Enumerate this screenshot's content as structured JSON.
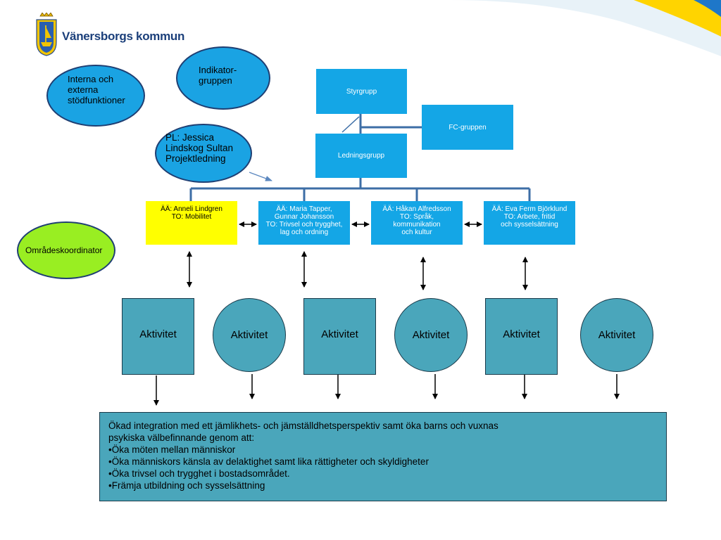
{
  "logo": {
    "text": "Vänersborgs kommun",
    "icon": "coat-of-arms-icon"
  },
  "decor": {
    "stripe_colors": [
      "#ffd400",
      "#1e77c9"
    ]
  },
  "ellipses": {
    "interna": [
      "Interna och",
      "externa",
      "stödfunktioner"
    ],
    "indikator": [
      "Indikator-",
      "gruppen"
    ],
    "pl": [
      "PL: Jessica",
      "Lindskog Sultan",
      "Projektledning"
    ],
    "omrade": "Områdeskoordinator"
  },
  "boxes": {
    "styrgrupp": "Styrgrupp",
    "fc": "FC-gruppen",
    "ledning": "Ledningsgrupp",
    "aa1": [
      "ÄÄ: Anneli Lindgren",
      "TO: Mobilitet"
    ],
    "aa2": [
      "ÄÄ: Maria Tapper,",
      "Gunnar Johansson",
      "TO: Trivsel och trygghet,",
      "lag och ordning"
    ],
    "aa3": [
      "ÄÄ: Håkan Alfredsson",
      "TO: Språk,",
      "kommunikation",
      "och kultur"
    ],
    "aa4": [
      "ÄÄ: Eva Ferm Björklund",
      "TO: Arbete, fritid",
      "och sysselsättning"
    ]
  },
  "activities": [
    "Aktivitet",
    "Aktivitet",
    "Aktivitet",
    "Aktivitet",
    "Aktivitet",
    "Aktivitet"
  ],
  "outcome": {
    "lines": [
      "Ökad integration med ett jämlikhets- och jämställdhetsperspektiv samt öka barns och vuxnas",
      "psykiska välbefinnande genom att:",
      "•Öka möten mellan människor",
      "•Öka människors känsla av delaktighet samt lika rättigheter och skyldigheter",
      "•Öka trivsel och trygghet i bostadsområdet.",
      "•Främja utbildning och sysselsättning"
    ]
  },
  "colors": {
    "ellipse_blue": "#1aa3e3",
    "ellipse_green": "#99ee22",
    "box_cyan": "#14a6e6",
    "box_yellow": "#ffff00",
    "activity_teal": "#4aa6bb",
    "connector": "#3d6ea6"
  }
}
